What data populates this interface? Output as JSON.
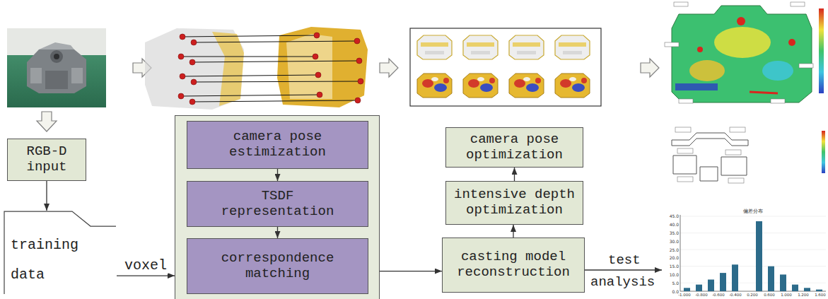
{
  "diagram": {
    "nodes": [
      {
        "text": [
          "RGB-D input"
        ]
      },
      {
        "text": [
          "training data"
        ]
      },
      {
        "text": []
      },
      {
        "text": [
          "camera pose estimization"
        ],
        "in": 2
      },
      {
        "text": [
          "TSDF representation"
        ],
        "in": 2
      },
      {
        "text": [
          "correspondence matching"
        ],
        "in": 2
      },
      {
        "text": [
          "casting model reconstruction"
        ]
      },
      {
        "text": [
          "intensive depth optimization"
        ]
      },
      {
        "text": [
          "camera pose optimization"
        ]
      }
    ],
    "edges": [
      {
        "from": 0,
        "to": 1,
        "arrow": "to"
      },
      {
        "from": 1,
        "to": 2,
        "label": "voxel",
        "arrow": "to"
      },
      {
        "from": 3,
        "to": 4,
        "arrow": "to"
      },
      {
        "from": 4,
        "to": 5,
        "arrow": "to"
      },
      {
        "from": 2,
        "to": 6,
        "arrow": "to"
      },
      {
        "from": 6,
        "to": 7,
        "arrow": "to"
      },
      {
        "from": 7,
        "to": 8,
        "arrow": "to"
      }
    ],
    "labels": [
      "test",
      "analysis",
      "偏差分布",
      "45.0",
      "40.0",
      "35.0",
      "30.0",
      "25.0",
      "20.0",
      "15.0",
      "10.0",
      "5.0",
      "0.0",
      "-1.000",
      "-0.800",
      "-0.600",
      "-0.400",
      "0.200",
      "0.600",
      "1.000",
      "1.200",
      "1.600"
    ]
  }
}
